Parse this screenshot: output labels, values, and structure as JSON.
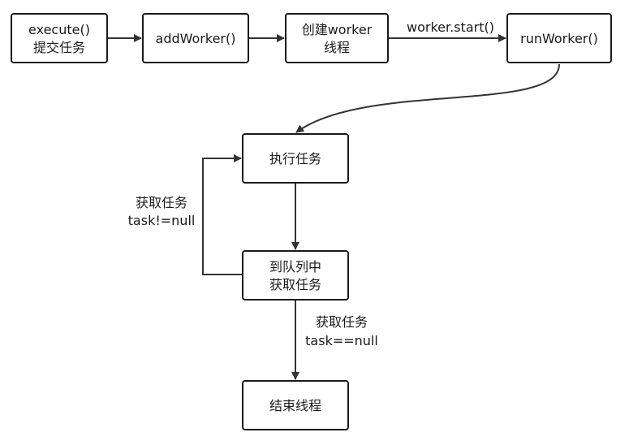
{
  "diagram": {
    "nodes": {
      "execute": {
        "lines": [
          "execute()",
          "提交任务"
        ]
      },
      "addWorker": {
        "lines": [
          "addWorker()"
        ]
      },
      "createThread": {
        "lines": [
          "创建worker",
          "线程"
        ]
      },
      "runWorker": {
        "lines": [
          "runWorker()"
        ]
      },
      "runTask": {
        "lines": [
          "执行任务"
        ]
      },
      "getTask": {
        "lines": [
          "到队列中",
          "获取任务"
        ]
      },
      "endThread": {
        "lines": [
          "结束线程"
        ]
      }
    },
    "edges": {
      "execute_to_addWorker": {
        "label": ""
      },
      "addWorker_to_createThread": {
        "label": ""
      },
      "createThread_to_runWorker": {
        "label": "worker.start()"
      },
      "runWorker_to_runTask": {
        "label": ""
      },
      "runTask_to_getTask": {
        "label": ""
      },
      "getTask_to_runTask": {
        "label_lines": [
          "获取任务",
          "task!=null"
        ]
      },
      "getTask_to_endThread": {
        "label_lines": [
          "获取任务",
          "task==null"
        ]
      }
    },
    "colors": {
      "box_stroke": "#1a1a1a",
      "edge": "#333333",
      "text": "#1a1a1a",
      "background": "#ffffff"
    }
  }
}
